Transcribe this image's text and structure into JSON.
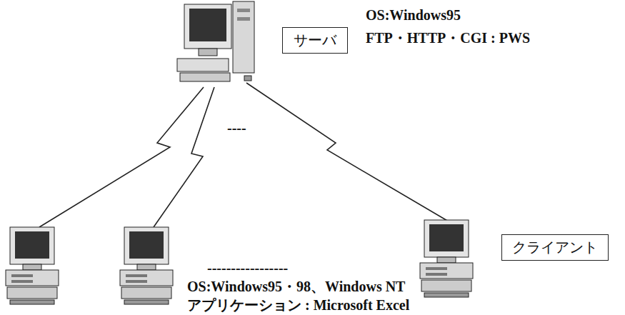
{
  "diagram": {
    "nodes": [
      {
        "text": [
          "サーバ"
        ]
      },
      {
        "text": [
          "クライアント"
        ]
      }
    ],
    "labels": [
      "OS:Windows95",
      "FTP・HTTP・CGI : PWS",
      "----",
      "-----------------",
      "OS:Windows95・98、Windows NT",
      "アプリケーション : Microsoft Excel"
    ]
  }
}
